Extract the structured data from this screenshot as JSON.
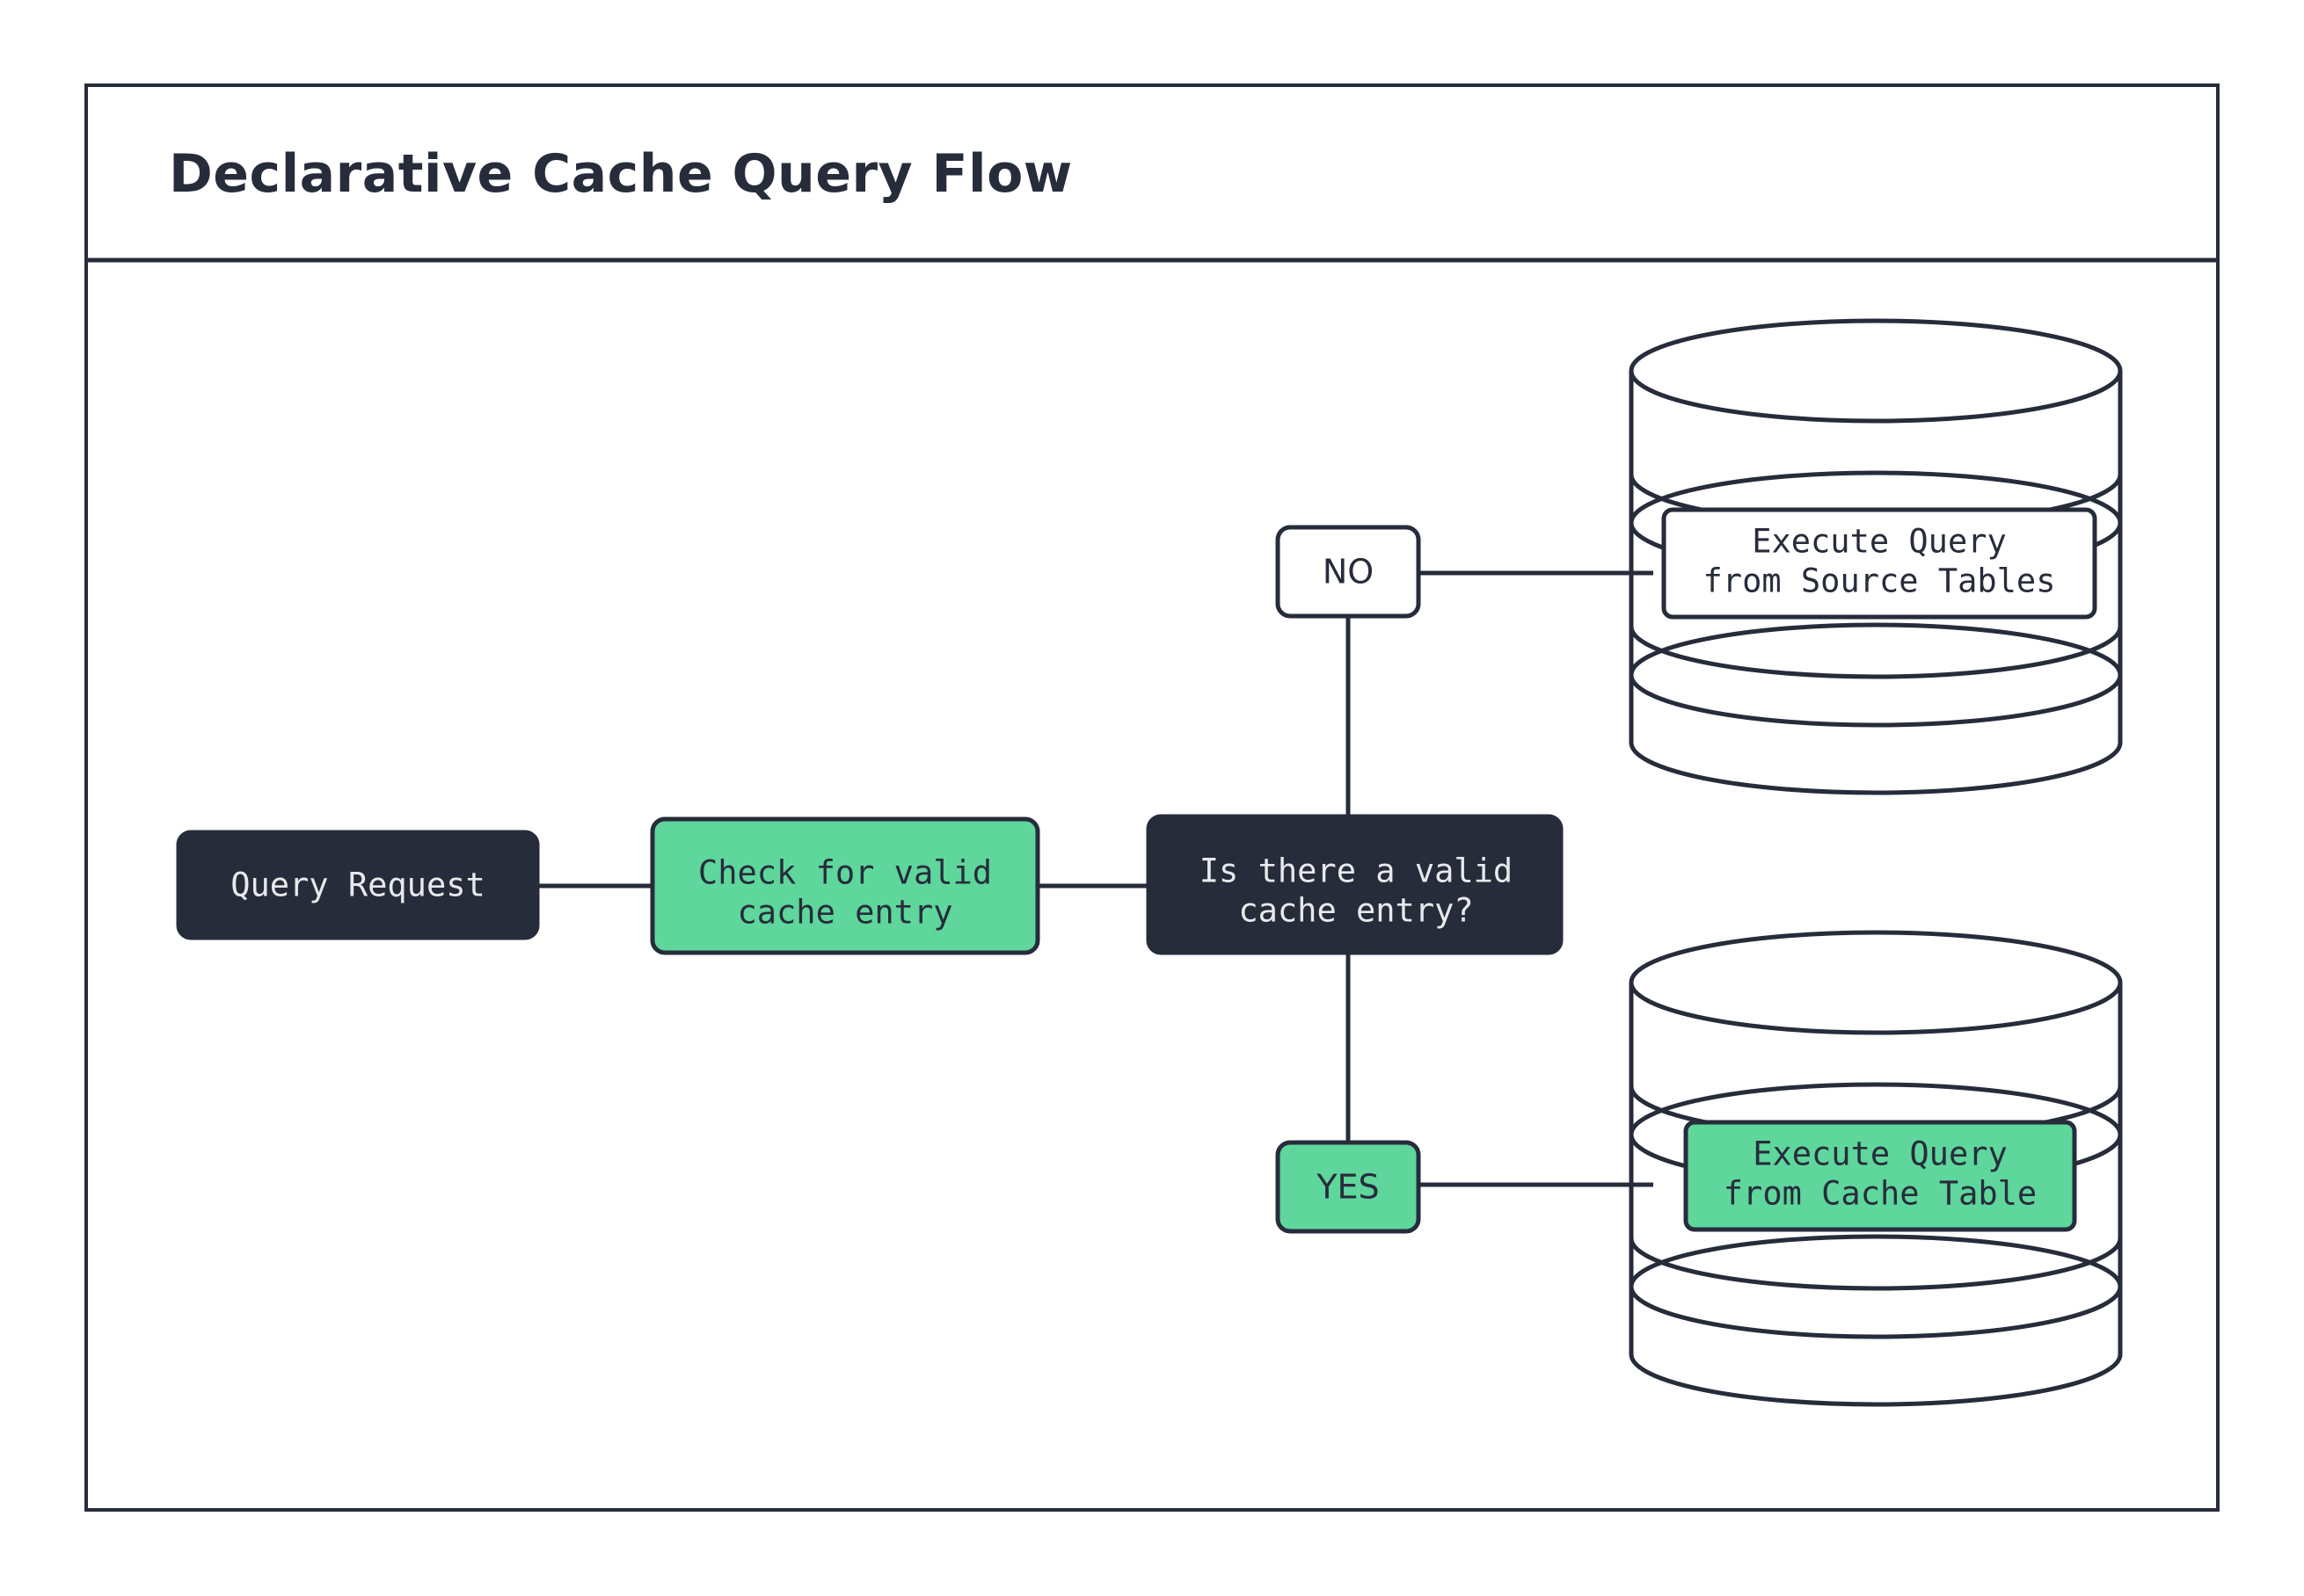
{
  "diagram": {
    "title": "Declarative Cache Query Flow",
    "background_color": "#ffffff",
    "frame_color": "#272c3b",
    "accent_green": "#5ed69c",
    "dark_navy": "#272c3b",
    "light_text": "#e8e9ed",
    "nodes": {
      "query_request": {
        "label": "Query Request",
        "style": "dark-filled",
        "fill": "#272c3b",
        "text_color": "#e8e9ed"
      },
      "check_cache": {
        "label_line1": "Check for valid",
        "label_line2": "cache entry",
        "style": "green-filled",
        "fill": "#5ed69c",
        "text_color": "#272c3b"
      },
      "decision": {
        "label_line1": "Is there a valid",
        "label_line2": "cache entry?",
        "style": "dark-filled",
        "fill": "#272c3b",
        "text_color": "#e8e9ed"
      },
      "branch_no": {
        "label": "NO",
        "style": "white-filled",
        "fill": "#ffffff",
        "text_color": "#272c3b"
      },
      "branch_yes": {
        "label": "YES",
        "style": "green-filled",
        "fill": "#5ed69c",
        "text_color": "#272c3b"
      },
      "source_tables_db": {
        "shape": "database-cylinder",
        "disc_count": 3,
        "label_line1": "Execute Query",
        "label_line2": "from Source Tables",
        "label_style": "white-filled",
        "label_fill": "#ffffff",
        "text_color": "#272c3b"
      },
      "cache_table_db": {
        "shape": "database-cylinder",
        "disc_count": 3,
        "label_line1": "Execute Query",
        "label_line2": "from Cache Table",
        "label_style": "green-filled",
        "label_fill": "#5ed69c",
        "text_color": "#272c3b"
      }
    },
    "edges": [
      {
        "from": "query_request",
        "to": "check_cache",
        "label": ""
      },
      {
        "from": "check_cache",
        "to": "decision",
        "label": ""
      },
      {
        "from": "decision",
        "to": "branch_no",
        "label": "NO"
      },
      {
        "from": "decision",
        "to": "branch_yes",
        "label": "YES"
      },
      {
        "from": "branch_no",
        "to": "source_tables_db",
        "label": ""
      },
      {
        "from": "branch_yes",
        "to": "cache_table_db",
        "label": ""
      }
    ]
  }
}
